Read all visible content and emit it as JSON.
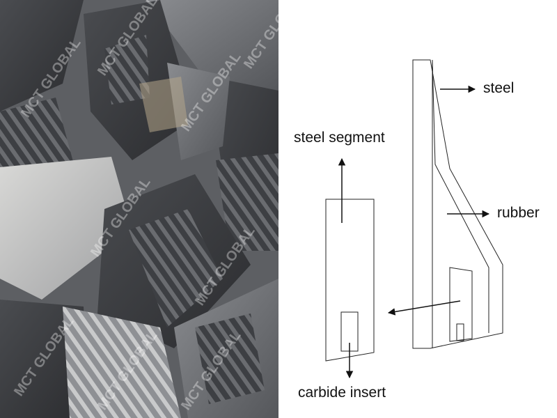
{
  "photo": {
    "subject": "pile of cast steel scraper blade segments",
    "watermark": "MCT GLOBAL"
  },
  "diagram": {
    "labels": {
      "steel": "steel",
      "rubber": "rubber",
      "steel_segment": "steel segment",
      "carbide_insert": "carbide insert"
    },
    "colors": {
      "stroke": "#222222",
      "text": "#111111"
    }
  }
}
